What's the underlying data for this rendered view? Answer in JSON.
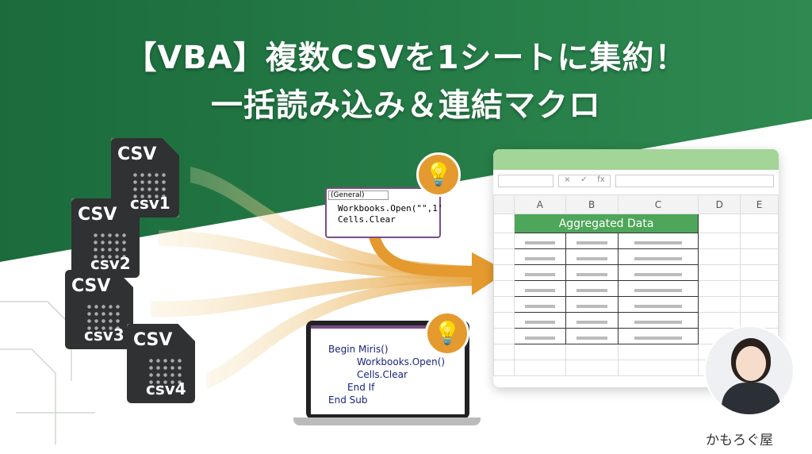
{
  "title": {
    "line1": "【VBA】複数CSVを1シートに集約！",
    "line2": "一括読み込み＆連結マクロ"
  },
  "csv_files": [
    {
      "label": "CSV",
      "name": "csv1"
    },
    {
      "label": "CSV",
      "name": "csv2"
    },
    {
      "label": "CSV",
      "name": "csv3"
    },
    {
      "label": "CSV",
      "name": "csv4"
    }
  ],
  "vbe_small": {
    "dropdown": "(General)",
    "lines": [
      "Workbooks.Open(\"\",1'",
      "Cells.Clear"
    ]
  },
  "vbe_laptop": {
    "lines": [
      "Begin Miris()",
      "Workbooks.Open()",
      "Cells.Clear",
      "End If",
      "End Sub"
    ]
  },
  "spreadsheet": {
    "formula_icons": [
      "×",
      "✓",
      "fx"
    ],
    "columns": [
      "A",
      "B",
      "C",
      "D",
      "E"
    ],
    "merged_header": "Aggregated Data"
  },
  "brand": "かもろぐ屋",
  "colors": {
    "green": "#1f7a45",
    "orange": "#e49a2e",
    "header_green": "#4ea65a"
  }
}
